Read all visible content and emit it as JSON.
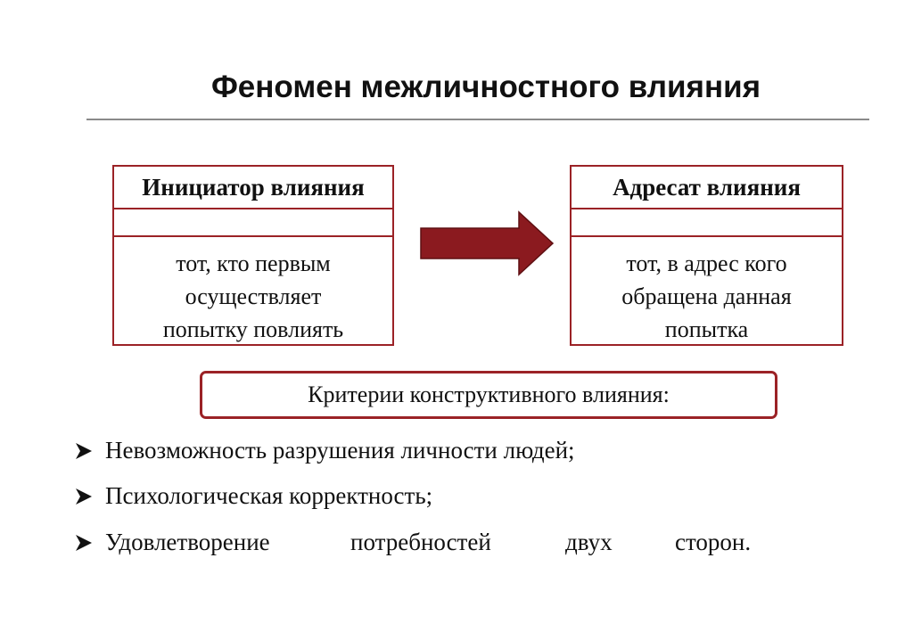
{
  "title": "Феномен межличностного влияния",
  "initiator": {
    "header": "Инициатор влияния",
    "lines": [
      "тот, кто первым",
      "осуществляет",
      "попытку повлиять"
    ]
  },
  "addressee": {
    "header": "Адресат влияния",
    "lines": [
      "тот, в адрес кого",
      "обращена данная",
      "попытка"
    ]
  },
  "criteria_title": "Критерии конструктивного влияния:",
  "criteria": [
    "Невозможность разрушения личности людей;",
    "Психологическая корректность;"
  ],
  "last_criterion_words": [
    "Удовлетворение",
    "потребностей",
    "двух",
    "сторон."
  ],
  "colors": {
    "accent": "#9b2226",
    "arrow": "#8b1a1f"
  }
}
